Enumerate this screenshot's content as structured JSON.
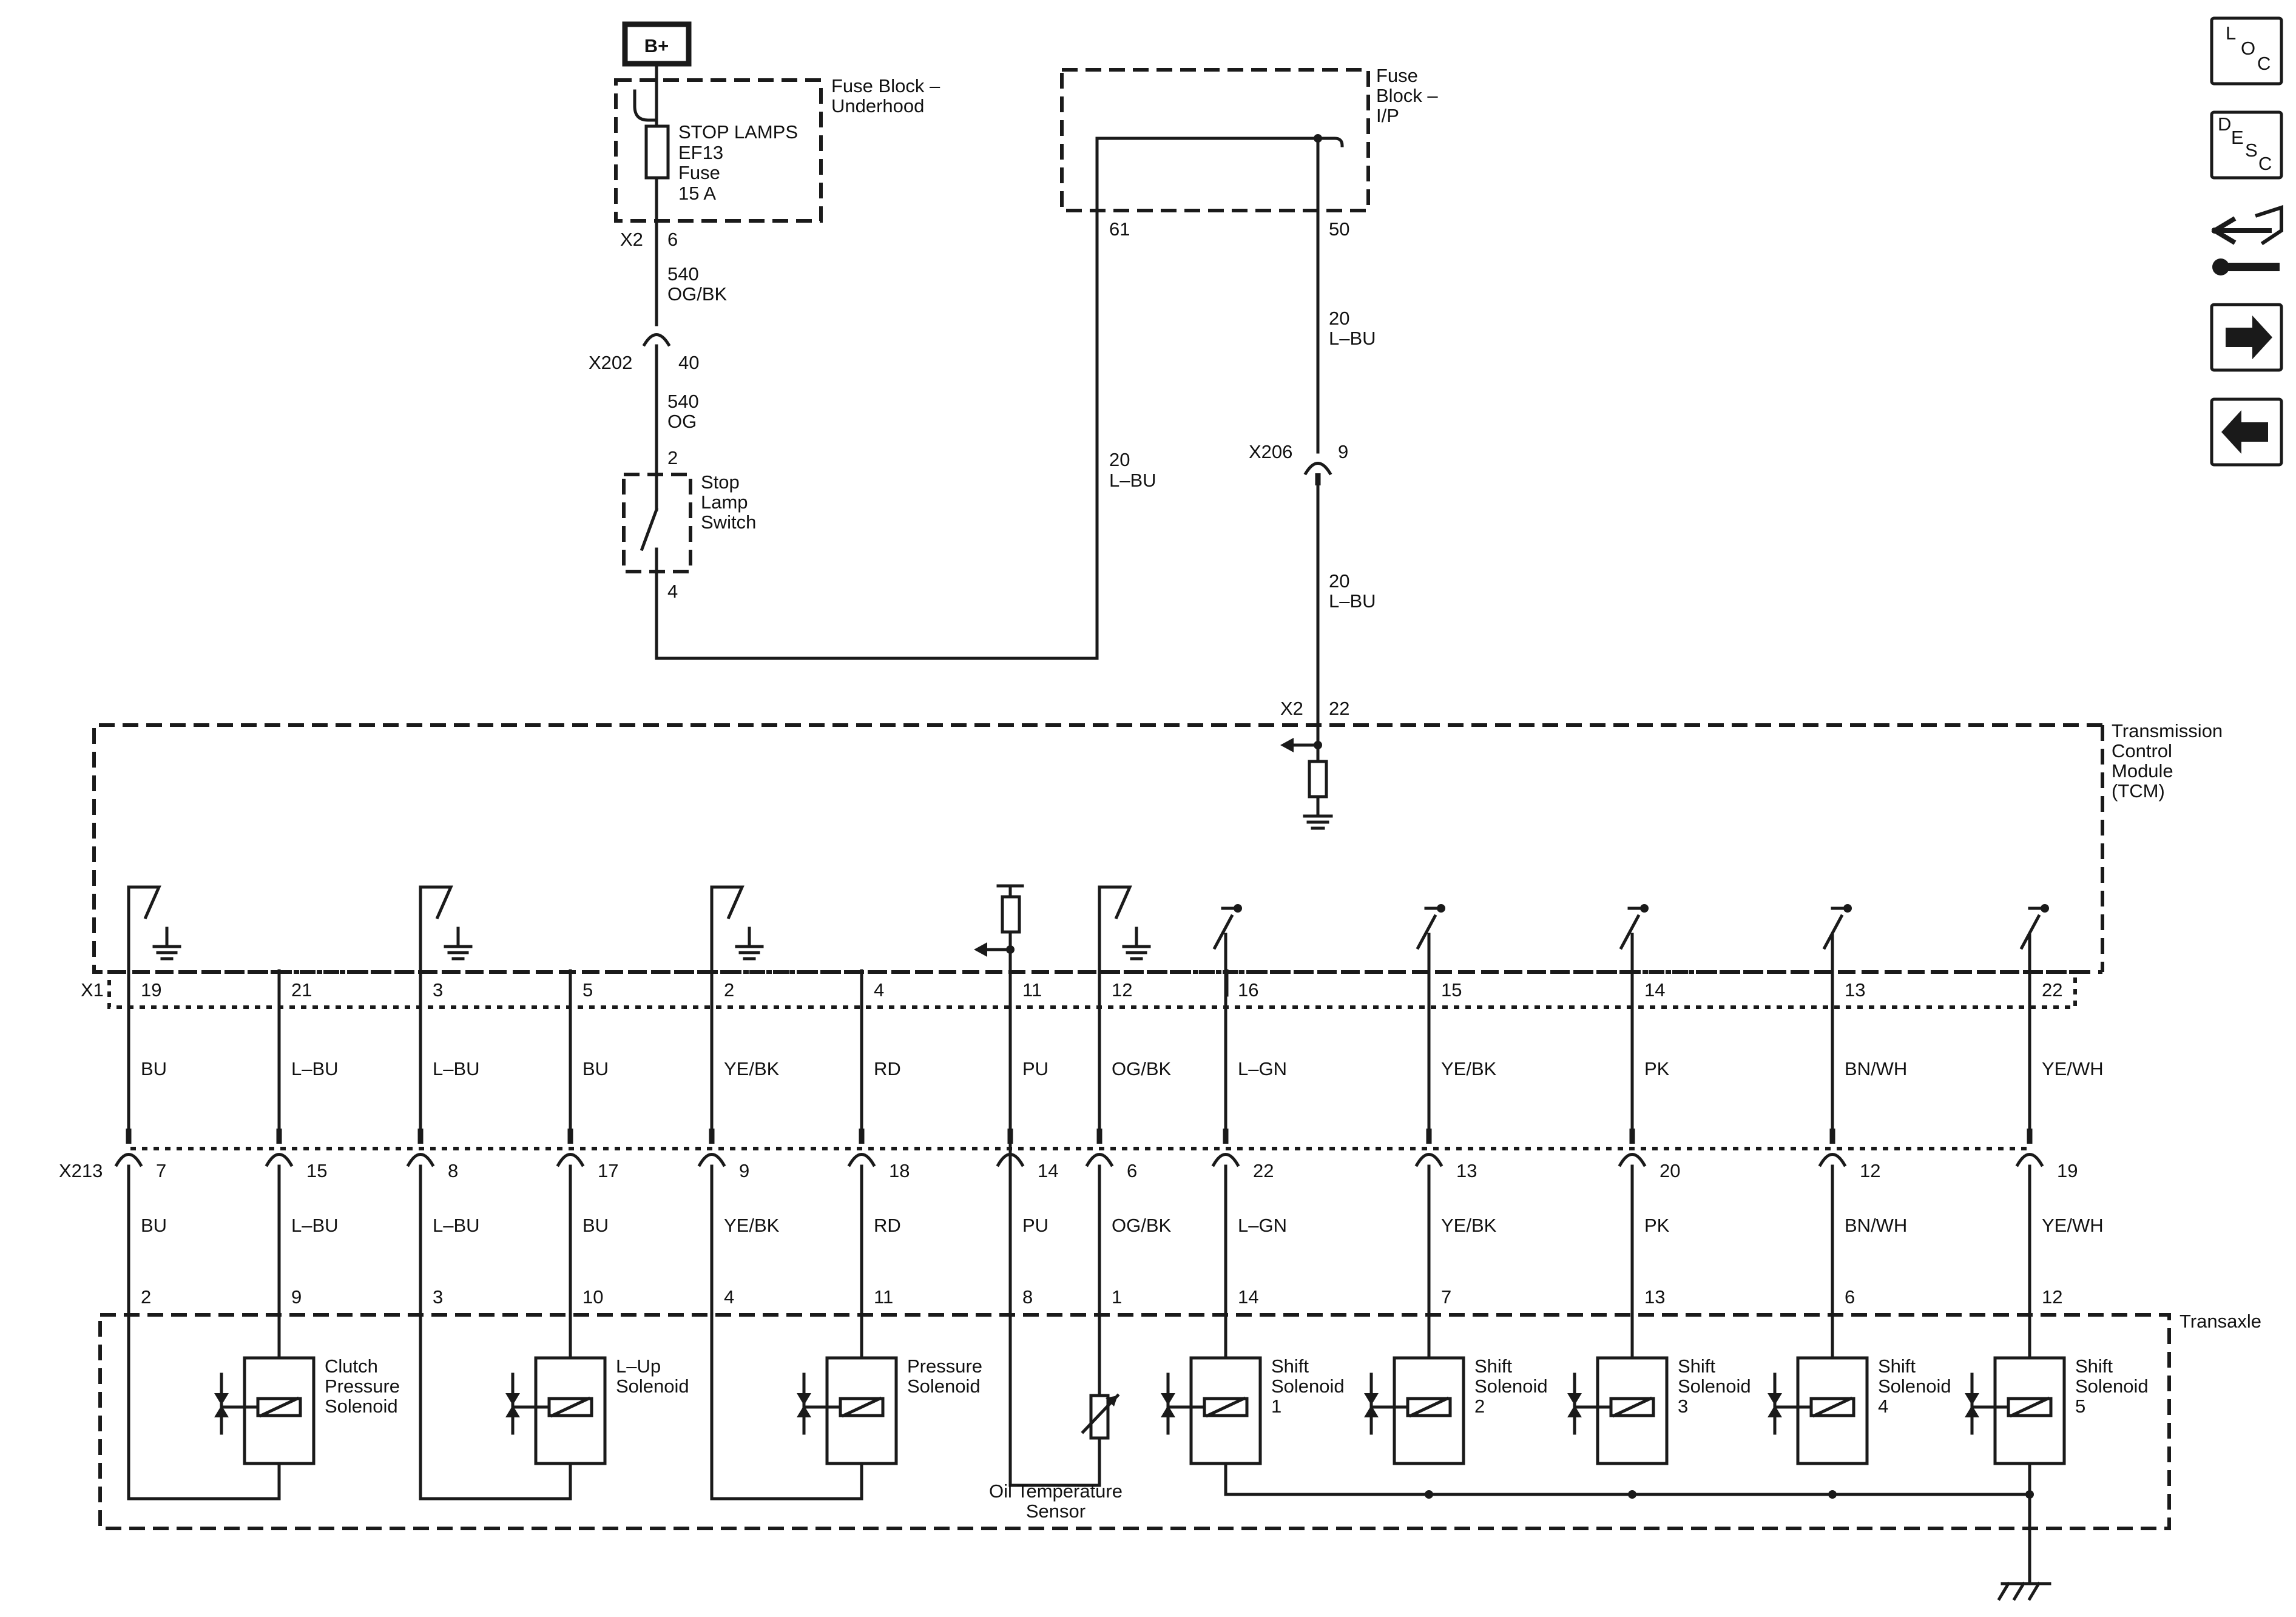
{
  "power": {
    "label": "B+"
  },
  "fuse_block_underhood": {
    "name_line1": "Fuse Block –",
    "name_line2": "Underhood",
    "fuse_line1": "STOP LAMPS",
    "fuse_line2": "EF13",
    "fuse_line3": "Fuse",
    "fuse_line4": "15 A",
    "connector": "X2",
    "pin": "6"
  },
  "wire_540_ogbk": {
    "num": "540",
    "color": "OG/BK"
  },
  "conn_x202": {
    "name": "X202",
    "pin": "40"
  },
  "wire_540_og": {
    "num": "540",
    "color": "OG"
  },
  "stop_lamp_switch": {
    "line1": "Stop",
    "line2": "Lamp",
    "line3": "Switch",
    "pin_in": "2",
    "pin_out": "4"
  },
  "fuse_block_ip": {
    "line1": "Fuse",
    "line2": "Block –",
    "line3": "I/P",
    "pin_left": "61",
    "pin_right": "50"
  },
  "wire_20_lbu_a": {
    "num": "20",
    "color": "L–BU"
  },
  "wire_20_lbu_b": {
    "num": "20",
    "color": "L–BU"
  },
  "wire_20_lbu_c": {
    "num": "20",
    "color": "L–BU"
  },
  "conn_x206": {
    "name": "X206",
    "pin": "9"
  },
  "tcm_conn_x2": {
    "name": "X2",
    "pin": "22"
  },
  "tcm": {
    "line1": "Transmission",
    "line2": "Control",
    "line3": "Module",
    "line4": "(TCM)"
  },
  "conn_x1": {
    "name": "X1"
  },
  "conn_x213": {
    "name": "X213"
  },
  "transaxle": {
    "label": "Transaxle"
  },
  "circuits": [
    {
      "x1": "19",
      "c1": "BU",
      "x213": "7",
      "c2": "BU",
      "tp": "2"
    },
    {
      "x1": "21",
      "c1": "L–BU",
      "x213": "15",
      "c2": "L–BU",
      "tp": "9"
    },
    {
      "x1": "3",
      "c1": "L–BU",
      "x213": "8",
      "c2": "L–BU",
      "tp": "3"
    },
    {
      "x1": "5",
      "c1": "BU",
      "x213": "17",
      "c2": "BU",
      "tp": "10"
    },
    {
      "x1": "2",
      "c1": "YE/BK",
      "x213": "9",
      "c2": "YE/BK",
      "tp": "4"
    },
    {
      "x1": "4",
      "c1": "RD",
      "x213": "18",
      "c2": "RD",
      "tp": "11"
    },
    {
      "x1": "11",
      "c1": "PU",
      "x213": "14",
      "c2": "PU",
      "tp": "8"
    },
    {
      "x1": "12",
      "c1": "OG/BK",
      "x213": "6",
      "c2": "OG/BK",
      "tp": "1"
    },
    {
      "x1": "16",
      "c1": "L–GN",
      "x213": "22",
      "c2": "L–GN",
      "tp": "14"
    },
    {
      "x1": "15",
      "c1": "YE/BK",
      "x213": "13",
      "c2": "YE/BK",
      "tp": "7"
    },
    {
      "x1": "14",
      "c1": "PK",
      "x213": "20",
      "c2": "PK",
      "tp": "13"
    },
    {
      "x1": "13",
      "c1": "BN/WH",
      "x213": "12",
      "c2": "BN/WH",
      "tp": "6"
    },
    {
      "x1": "22",
      "c1": "YE/WH",
      "x213": "19",
      "c2": "YE/WH",
      "tp": "12"
    }
  ],
  "solenoids": [
    {
      "l1": "Clutch",
      "l2": "Pressure",
      "l3": "Solenoid"
    },
    {
      "l1": "L–Up",
      "l2": "Solenoid",
      "l3": ""
    },
    {
      "l1": "Pressure",
      "l2": "Solenoid",
      "l3": ""
    },
    {
      "l1": "Shift",
      "l2": "Solenoid",
      "l3": "1"
    },
    {
      "l1": "Shift",
      "l2": "Solenoid",
      "l3": "2"
    },
    {
      "l1": "Shift",
      "l2": "Solenoid",
      "l3": "3"
    },
    {
      "l1": "Shift",
      "l2": "Solenoid",
      "l3": "4"
    },
    {
      "l1": "Shift",
      "l2": "Solenoid",
      "l3": "5"
    }
  ],
  "oil_temp_sensor": {
    "line1": "Oil Temperature",
    "line2": "Sensor"
  },
  "nav": {
    "loc": {
      "l": "L",
      "o": "O",
      "c": "C"
    },
    "desc": {
      "d": "D",
      "e": "E",
      "s": "S",
      "c": "C"
    },
    "icons": [
      "loc-icon",
      "desc-icon",
      "connector-repair-icon",
      "arrow-right-icon",
      "arrow-left-icon"
    ]
  }
}
